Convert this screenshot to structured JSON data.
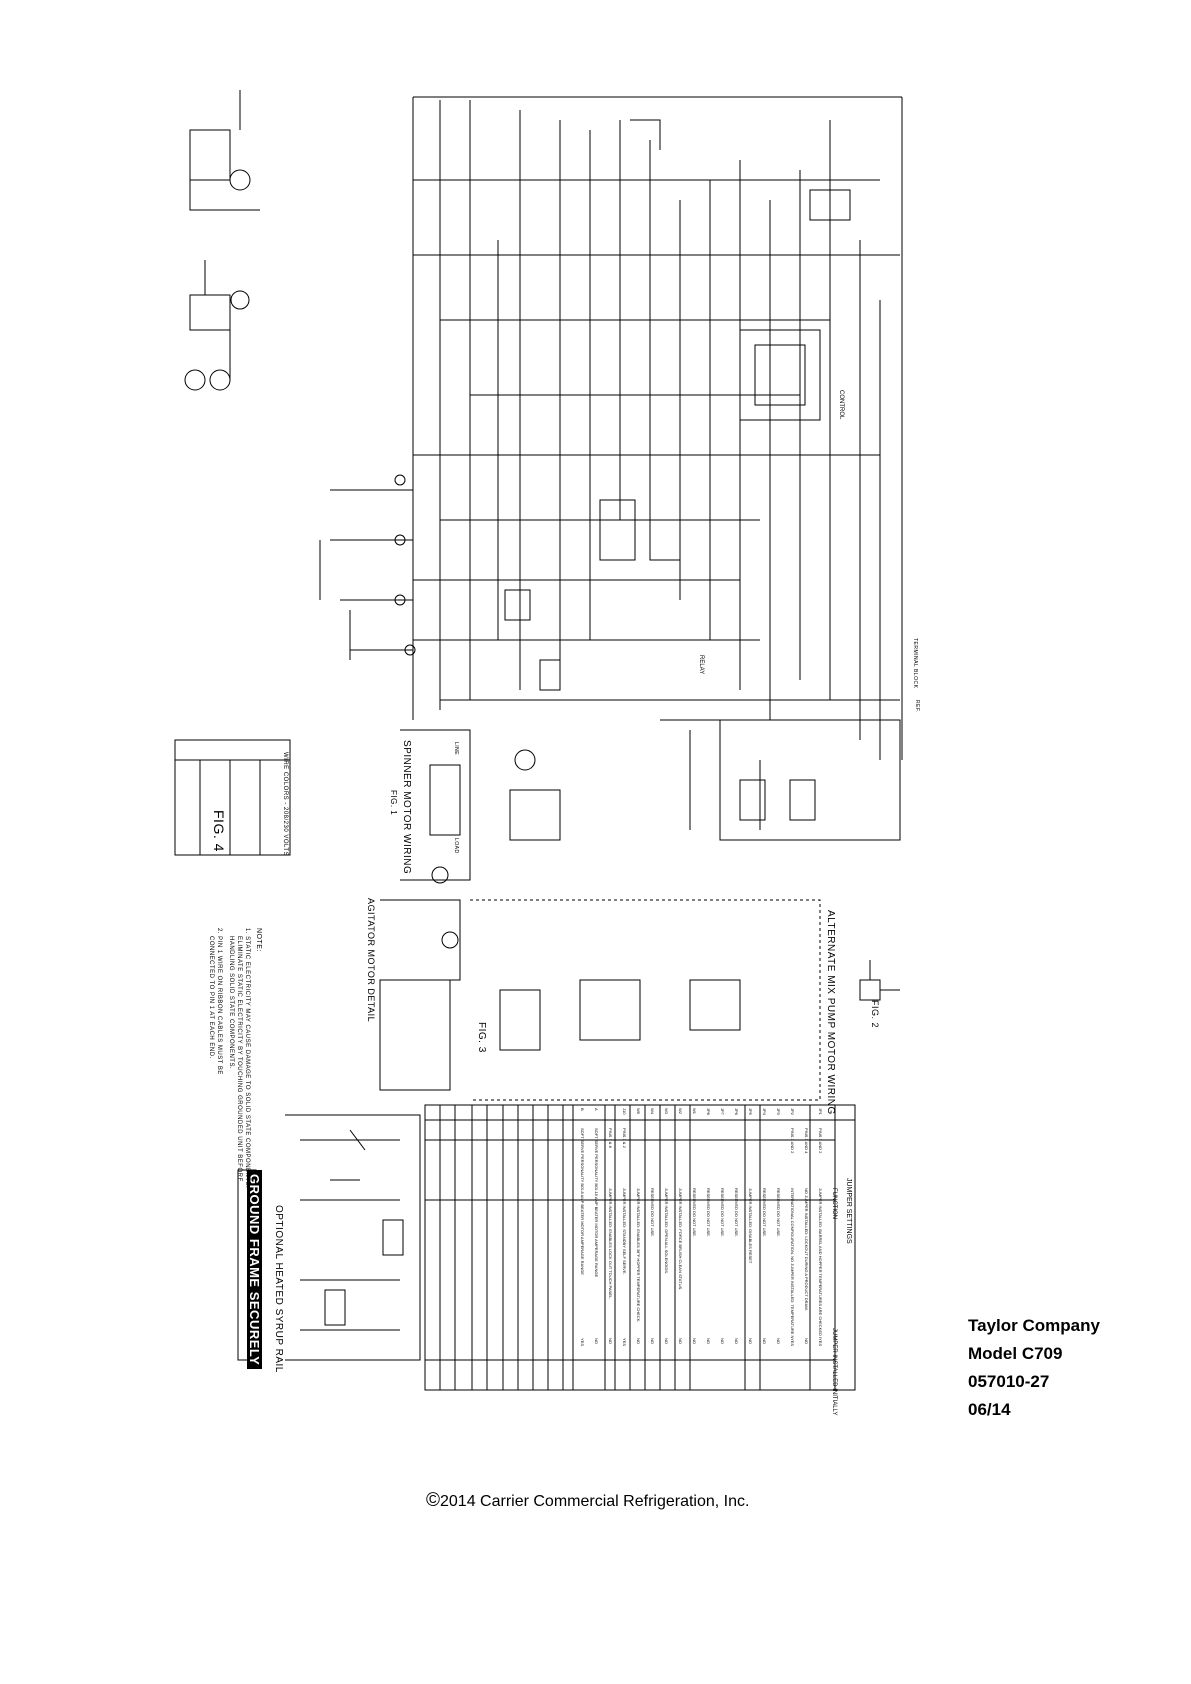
{
  "title_block": {
    "company": "Taylor Company",
    "model": "Model C709",
    "part_number": "057010-27",
    "date": "06/14"
  },
  "copyright": "2014 Carrier Commercial Refrigeration, Inc.",
  "copyright_symbol": "©",
  "rotated_labels": {
    "ground_frame": "GROUND FRAME SECURELY",
    "syrup_rail": "OPTIONAL HEATED SYRUP RAIL",
    "alt_mix_pump": "ALTERNATE MIX PUMP MOTOR WIRING",
    "fig2": "FIG. 2",
    "fig3": "FIG. 3",
    "fig4": "FIG. 4",
    "spinner_wiring": "SPINNER MOTOR WIRING",
    "fig1": "FIG. 1",
    "agitator": "AGITATOR MOTOR DETAIL",
    "wire_colors": "WIRE COLORS - 208/230 VOLTS",
    "note_title": "NOTE:",
    "note_1": "1. STATIC ELECTRICITY MAY CAUSE DAMAGE TO SOLID STATE COMPONENTS.",
    "note_1b": "ELIMINATE STATIC ELECTRICITY BY TOUCHING GROUNDED UNIT BEFORE",
    "note_1c": "HANDLING SOLID STATE COMPONENTS.",
    "note_2": "2. PIN 1 WIRE ON RIBBON CABLES MUST BE",
    "note_2b": "CONNECTED TO PIN 1 AT EACH END.",
    "terminal_block": "TERMINAL BLOCK",
    "ref": "REF.",
    "line": "LINE",
    "load": "LOAD"
  },
  "jumper_table": {
    "title": "JUMPER SETTINGS",
    "headers": [
      "",
      "",
      "FUNCTION",
      "JUMPER INSTALLED INITIALLY"
    ],
    "rows": [
      {
        "id": "JP1",
        "pins": "PINS 1 AND 2",
        "function": "JUMPER INSTALLED: BARREL AND HOPPER TEMPERATURES ARE CHECKED DURING AUTO.",
        "installed": "YES"
      },
      {
        "id": "",
        "pins": "PINS 3 AND 4",
        "function": "NO JUMPER INSTALLED: LOCKOUT DURING A PRODUCT DRAW.",
        "installed": "NO"
      },
      {
        "id": "JP2",
        "pins": "PINS 1 AND 2",
        "function": "INTERNATIONAL CONFIGURATION. NO JUMPER INSTALLED: TEMPERATURE NOT DISPLAYED.",
        "installed": "YES"
      },
      {
        "id": "JP3",
        "pins": "",
        "function": "RESERVED DO NOT USE.",
        "installed": "NO"
      },
      {
        "id": "JP4",
        "pins": "",
        "function": "RESERVED DO NOT USE.",
        "installed": "NO"
      },
      {
        "id": "JP5",
        "pins": "",
        "function": "JUMPER INSTALLED: DISABLES RESET",
        "installed": "NO"
      },
      {
        "id": "JP6",
        "pins": "",
        "function": "RESERVED DO NOT USE.",
        "installed": "NO"
      },
      {
        "id": "JP7",
        "pins": "",
        "function": "RESERVED DO NOT USE.",
        "installed": "NO"
      },
      {
        "id": "JP8",
        "pins": "",
        "function": "RESERVED DO NOT USE.",
        "installed": "NO"
      },
      {
        "id": "W1",
        "pins": "",
        "function": "RESERVED DO NOT USE.",
        "installed": "NO"
      },
      {
        "id": "W2",
        "pins": "",
        "function": "JUMPER INSTALLED: FORCE BRUSH CLEAN STATUS.",
        "installed": "NO"
      },
      {
        "id": "W3",
        "pins": "",
        "function": "JUMPER INSTALLED: OPEN ALL SOLENOIDS.",
        "installed": "NO"
      },
      {
        "id": "W4",
        "pins": "",
        "function": "RESERVED DO NOT USE.",
        "installed": "NO"
      },
      {
        "id": "W5",
        "pins": "",
        "function": "JUMPER INSTALLED: ENABLES 38°F HOPPER TEMPERATURE CHECK.",
        "installed": "NO"
      },
      {
        "id": "J10",
        "pins": "PINS 1 & 2",
        "function": "JUMPER INSTALLED: STANDBY SELF SERVE.",
        "installed": "YES"
      },
      {
        "id": "",
        "pins": "PINS 7 & 8",
        "function": "JUMPER INSTALLED: ENABLES LOCK OUT TOUCH PANEL.",
        "installed": "NO"
      },
      {
        "id": "A",
        "pins": "SOFT SERVE PERSONALITY BOARD",
        "function": "0-15 AMP BEATER MOTOR AMPERAGE RANGE",
        "installed": "NO"
      },
      {
        "id": "B",
        "pins": "SOFT SERVE PERSONALITY BOARD",
        "function": "0-8 AMP BEATER MOTOR AMPERAGE RANGE",
        "installed": "YES"
      }
    ]
  },
  "colors": {
    "ink": "#000000",
    "paper": "#ffffff"
  }
}
